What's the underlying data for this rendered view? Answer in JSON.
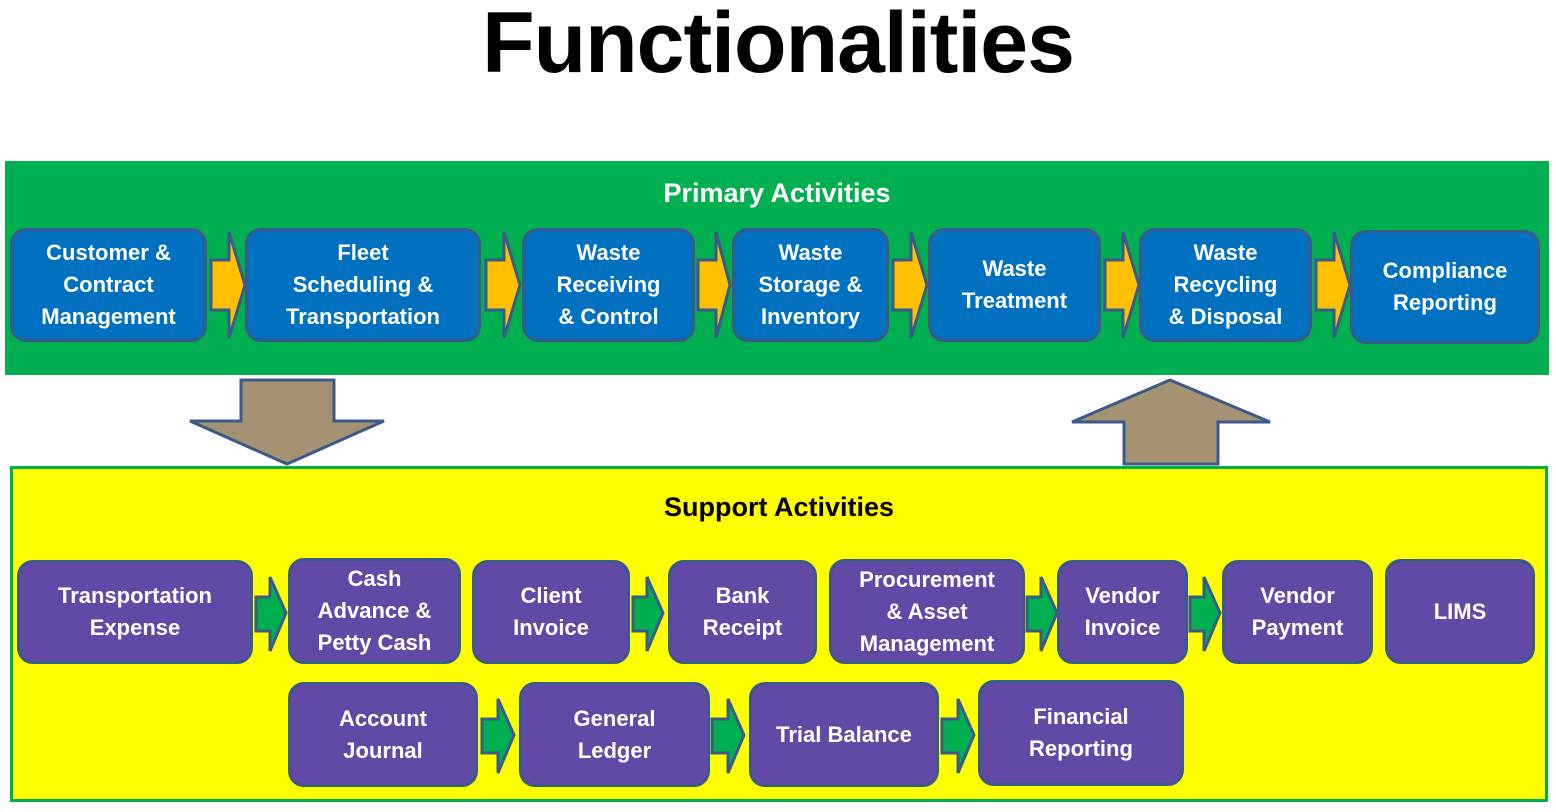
{
  "title": "Functionalities",
  "colors": {
    "primary_bg": "#00B050",
    "support_bg": "#FFFF00",
    "primary_box": "#0070C0",
    "support_box": "#6249A5",
    "primary_arrow": "#FFC000",
    "support_arrow": "#00B050",
    "big_arrow": "#A49273",
    "outline": "#3A5A8A"
  },
  "primary": {
    "heading": "Primary Activities",
    "steps": [
      {
        "label": "Customer &\nContract\nManagement"
      },
      {
        "label": "Fleet\nScheduling &\nTransportation"
      },
      {
        "label": "Waste\nReceiving\n& Control"
      },
      {
        "label": "Waste\nStorage &\nInventory"
      },
      {
        "label": "Waste\nTreatment"
      },
      {
        "label": "Waste\nRecycling\n& Disposal"
      },
      {
        "label": "Compliance\nReporting"
      }
    ]
  },
  "connectors": {
    "down_arrow": "primary-to-support",
    "up_arrow": "support-to-primary"
  },
  "support": {
    "heading": "Support Activities",
    "row1": [
      {
        "label": "Transportation\nExpense"
      },
      {
        "label": "Cash\nAdvance &\nPetty Cash"
      },
      {
        "label": "Client\nInvoice"
      },
      {
        "label": "Bank\nReceipt"
      },
      {
        "label": "Procurement\n& Asset\nManagement"
      },
      {
        "label": "Vendor\nInvoice"
      },
      {
        "label": "Vendor\nPayment"
      },
      {
        "label": "LIMS"
      }
    ],
    "row2": [
      {
        "label": "Account\nJournal"
      },
      {
        "label": "General\nLedger"
      },
      {
        "label": "Trial Balance"
      },
      {
        "label": "Financial\nReporting"
      }
    ]
  }
}
